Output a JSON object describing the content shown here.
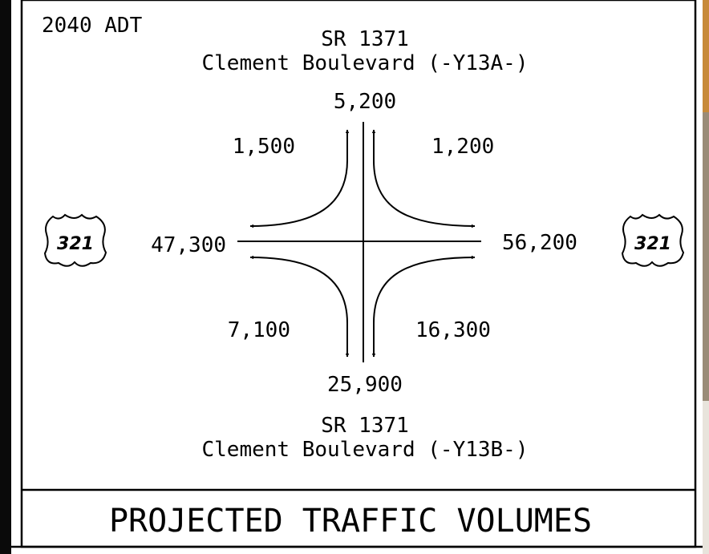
{
  "header": {
    "adt_label": "2040 ADT"
  },
  "north_road": {
    "route": "SR 1371",
    "name": "Clement Boulevard (-Y13A-)"
  },
  "south_road": {
    "route": "SR 1371",
    "name": "Clement Boulevard (-Y13B-)"
  },
  "shield": {
    "number": "321"
  },
  "volumes": {
    "north_leg": "5,200",
    "south_leg": "25,900",
    "west_leg": "47,300",
    "east_leg": "56,200",
    "nw_turn": "1,500",
    "ne_turn": "1,200",
    "sw_turn": "7,100",
    "se_turn": "16,300"
  },
  "footer": {
    "title": "PROJECTED TRAFFIC VOLUMES"
  }
}
